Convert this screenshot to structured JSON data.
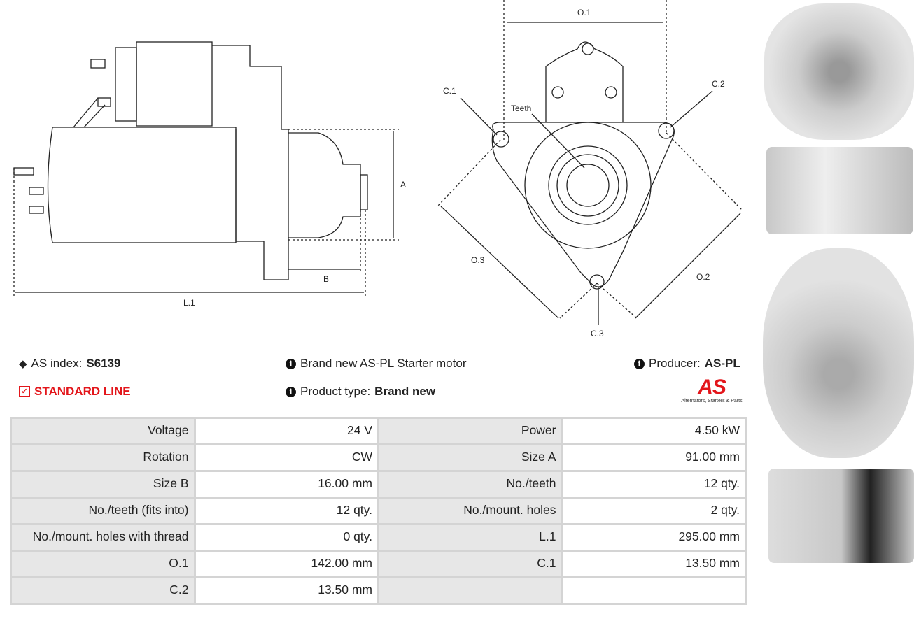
{
  "diagram_labels": {
    "o1": "O.1",
    "o2": "O.2",
    "o3": "O.3",
    "c1": "C.1",
    "c2": "C.2",
    "c3": "C.3",
    "teeth": "Teeth",
    "a": "A",
    "b": "B",
    "l1": "L.1"
  },
  "info": {
    "index_label": "AS index:",
    "index_value": "S6139",
    "line": "STANDARD LINE",
    "description": "Brand new AS-PL Starter motor",
    "product_type_label": "Product type:",
    "product_type_value": "Brand new",
    "producer_label": "Producer:",
    "producer_value": "AS-PL",
    "logo_text": "AS",
    "logo_tagline": "Alternators, Starters & Parts"
  },
  "colors": {
    "accent": "#e3161b"
  },
  "specs": [
    [
      "Voltage",
      "24 V",
      "Power",
      "4.50 kW"
    ],
    [
      "Rotation",
      "CW",
      "Size A",
      "91.00 mm"
    ],
    [
      "Size B",
      "16.00 mm",
      "No./teeth",
      "12 qty."
    ],
    [
      "No./teeth (fits into)",
      "12 qty.",
      "No./mount. holes",
      "2 qty."
    ],
    [
      "No./mount. holes with thread",
      "0 qty.",
      "L.1",
      "295.00 mm"
    ],
    [
      "O.1",
      "142.00 mm",
      "C.1",
      "13.50 mm"
    ],
    [
      "C.2",
      "13.50 mm",
      "",
      ""
    ]
  ]
}
